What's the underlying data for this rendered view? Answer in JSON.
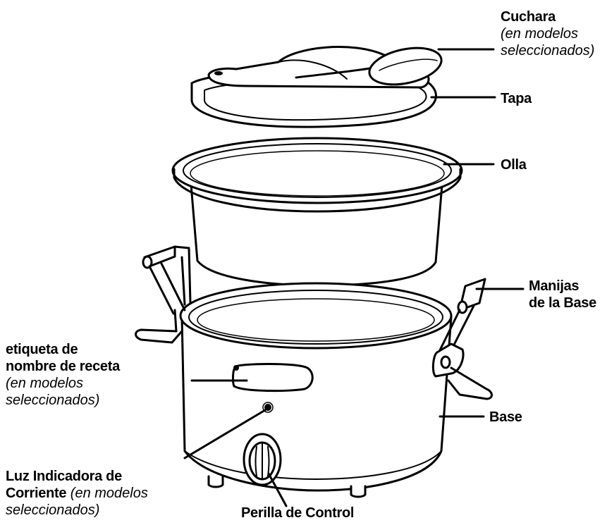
{
  "labels": {
    "cuchara": {
      "title": "Cuchara",
      "note_1": "(en modelos",
      "note_2": "seleccionados)"
    },
    "tapa": {
      "title": "Tapa"
    },
    "olla": {
      "title": "Olla"
    },
    "manijas": {
      "line_1": "Manijas",
      "line_2": "de la Base"
    },
    "base": {
      "title": "Base"
    },
    "etiqueta": {
      "line_1": "etiqueta de",
      "line_2": "nombre de receta",
      "note_1": "(en modelos",
      "note_2": "seleccionados)"
    },
    "luz": {
      "line_1": "Luz Indicadora de",
      "line_2": "Corriente",
      "note_1": "(en modelos",
      "note_2": "seleccionados)"
    },
    "perilla": {
      "title": "Perilla de Control"
    }
  }
}
